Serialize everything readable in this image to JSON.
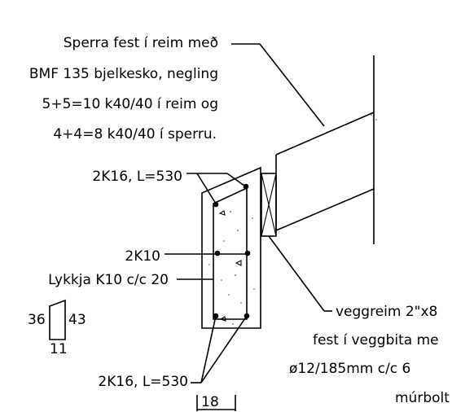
{
  "labels": {
    "rafter_line1": "Sperra fest í reim með",
    "rafter_line2": "BMF 135 bjelkesko, negling",
    "rafter_line3": "5+5=10 k40/40 í reim og",
    "rafter_line4": "4+4=8 k40/40 í sperru.",
    "top_rebar": "2K16, L=530",
    "mid_rebar": "2K10",
    "stirrup": "Lykkja K10 c/c 20",
    "bottom_rebar": "2K16, L=530",
    "plate_line1": "veggreim 2\"x8",
    "plate_line2": "fest í veggbita me",
    "plate_line3": "ø12/185mm c/c 6",
    "plate_line4": "múrbolt",
    "dim_width": "18",
    "stirrup_left": "36",
    "stirrup_right": "43",
    "stirrup_bottom": "11"
  }
}
